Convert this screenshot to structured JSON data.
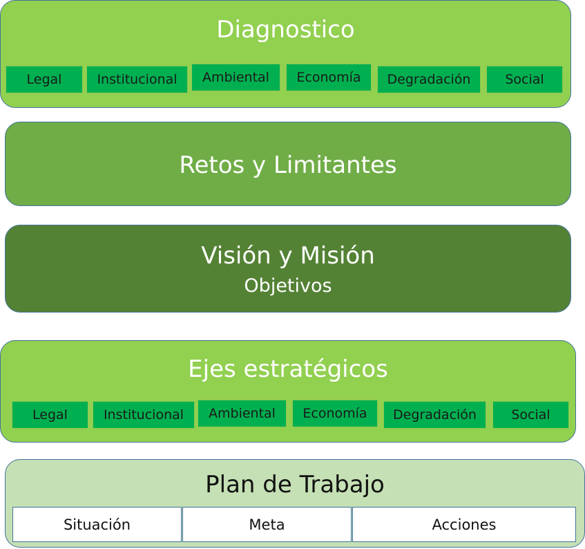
{
  "colors": {
    "diagnostico_fill": "#92d050",
    "retos_fill": "#70ad47",
    "vision_fill": "#548235",
    "ejes_fill": "#92d050",
    "plan_fill": "#c5e0b4",
    "category_fill": "#00b050",
    "border": "#41719c"
  },
  "diagnostico": {
    "title": "Diagnostico",
    "categories": [
      "Legal",
      "Institucional",
      "Ambiental",
      "Economía",
      "Degradación",
      "Social"
    ]
  },
  "retos": {
    "title": "Retos y Limitantes"
  },
  "vision": {
    "title": "Visión y Misión",
    "subtitle": "Objetivos"
  },
  "ejes": {
    "title": "Ejes estratégicos",
    "categories": [
      "Legal",
      "Institucional",
      "Ambiental",
      "Economía",
      "Degradación",
      "Social"
    ]
  },
  "plan": {
    "title": "Plan de Trabajo",
    "columns": [
      "Situación",
      "Meta",
      "Acciones"
    ]
  }
}
